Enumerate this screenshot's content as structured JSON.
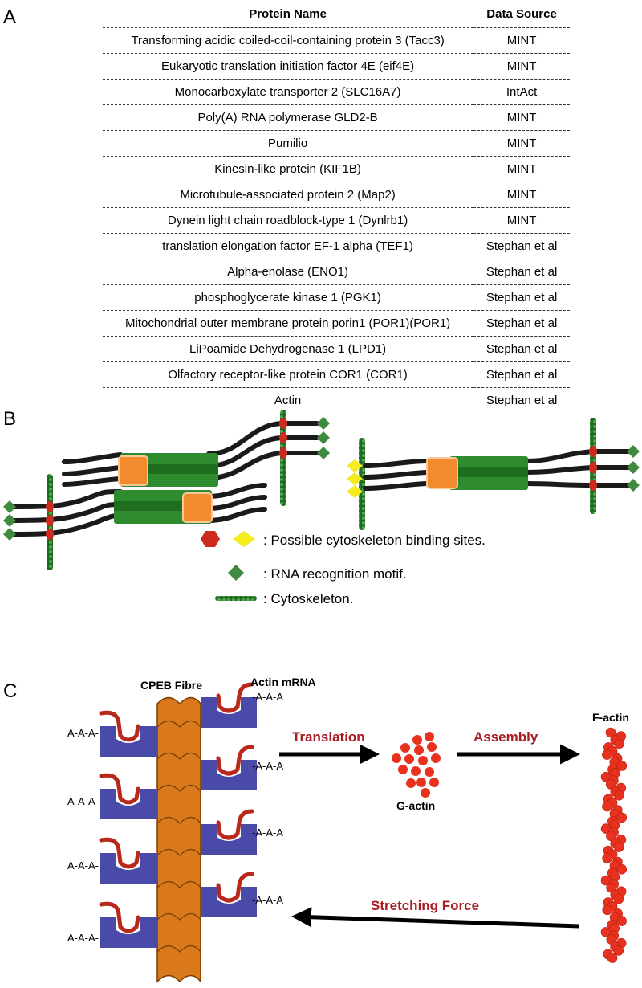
{
  "panels": {
    "a": "A",
    "b": "B",
    "c": "C"
  },
  "table": {
    "headers": [
      "Protein Name",
      "Data Source"
    ],
    "rows": [
      [
        "Transforming acidic coiled-coil-containing protein 3 (Tacc3)",
        "MINT"
      ],
      [
        "Eukaryotic translation initiation factor 4E (eif4E)",
        "MINT"
      ],
      [
        "Monocarboxylate transporter 2 (SLC16A7)",
        "IntAct"
      ],
      [
        "Poly(A) RNA polymerase GLD2-B",
        "MINT"
      ],
      [
        "Pumilio",
        "MINT"
      ],
      [
        "Kinesin-like protein (KIF1B)",
        "MINT"
      ],
      [
        "Microtubule-associated protein 2 (Map2)",
        "MINT"
      ],
      [
        "Dynein light chain roadblock-type 1 (Dynlrb1)",
        "MINT"
      ],
      [
        "translation elongation factor EF-1 alpha (TEF1)",
        "Stephan et al"
      ],
      [
        "Alpha-enolase (ENO1)",
        "Stephan et al"
      ],
      [
        "phosphoglycerate kinase 1 (PGK1)",
        "Stephan et al"
      ],
      [
        "Mitochondrial outer membrane protein porin1 (POR1)(POR1)",
        "Stephan et al"
      ],
      [
        "LiPoamide Dehydrogenase 1 (LPD1)",
        "Stephan et al"
      ],
      [
        "Olfactory receptor-like protein COR1 (COR1)",
        "Stephan et al"
      ],
      [
        "Actin",
        "Stephan et al"
      ]
    ]
  },
  "legend": {
    "binding": ": Possible cytoskeleton binding sites.",
    "rrm": ": RNA recognition motif.",
    "cyto": ": Cytoskeleton."
  },
  "diagram_c": {
    "fibre": "CPEB Fibre",
    "mrna": "Actin mRNA",
    "polyA_left": "A-A-A-",
    "polyA_right": "-A-A-A",
    "translation": "Translation",
    "assembly": "Assembly",
    "gactin": "G-actin",
    "factin": "F-actin",
    "stretching": "Stretching Force"
  },
  "colors": {
    "green": "#2e8b2e",
    "orange": "#f28a2e",
    "red_site": "#cc2b1e",
    "yellow_site": "#f5ec1f",
    "rrm": "#3f8a3f",
    "fibre": "#d9791c",
    "receptor": "#4a4aa8",
    "mrna": "#b8281b",
    "label_red": "#a81c24",
    "actin": "#e8311e"
  }
}
